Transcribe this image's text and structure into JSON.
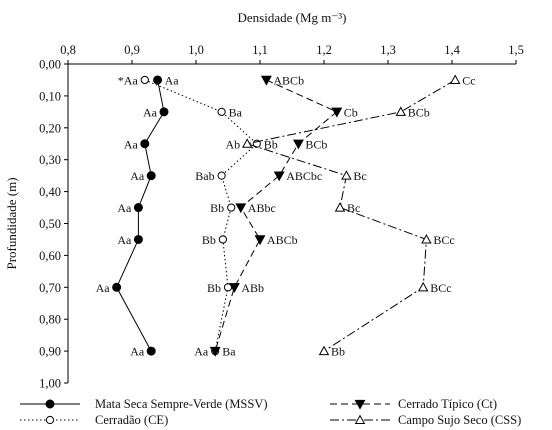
{
  "chart_data": {
    "type": "line",
    "xlabel": "Densidade (Mg m⁻³)",
    "ylabel": "Profundidade (m)",
    "x_axis_position": "top",
    "xlim": [
      0.8,
      1.5
    ],
    "ylim": [
      0.0,
      1.0
    ],
    "y_inverted": true,
    "x_ticks": [
      0.8,
      0.9,
      1.0,
      1.1,
      1.2,
      1.3,
      1.4,
      1.5
    ],
    "x_tick_labels": [
      "0,8",
      "0,9",
      "1,0",
      "1,1",
      "1,2",
      "1,3",
      "1,4",
      "1,5"
    ],
    "y_ticks": [
      0.0,
      0.1,
      0.2,
      0.3,
      0.4,
      0.5,
      0.6,
      0.7,
      0.8,
      0.9,
      1.0
    ],
    "y_tick_labels": [
      "0,00",
      "0,10",
      "0,20",
      "0,30",
      "0,40",
      "0,50",
      "0,60",
      "0,70",
      "0,80",
      "0,90",
      "1,00"
    ],
    "grid": false,
    "legend_position": "bottom",
    "series": [
      {
        "name": "Mata Seca Sempre-Verde (MSSV)",
        "marker": "filled-circle",
        "line": "solid",
        "x": [
          0.94,
          0.95,
          0.92,
          0.93,
          0.91,
          0.91,
          0.876,
          0.93
        ],
        "y": [
          0.05,
          0.15,
          0.25,
          0.35,
          0.45,
          0.55,
          0.7,
          0.9
        ],
        "labels": [
          "Aa",
          "Aa",
          "Aa",
          "Aa",
          "Aa",
          "Aa",
          "Aa",
          "Aa"
        ],
        "label_side": [
          "right",
          "left",
          "left",
          "left",
          "left",
          "left",
          "left",
          "left"
        ]
      },
      {
        "name": "Cerradão (CE)",
        "marker": "open-circle",
        "line": "dotted",
        "x": [
          0.92,
          1.04,
          1.095,
          1.04,
          1.055,
          1.042,
          1.05,
          1.03
        ],
        "y": [
          0.05,
          0.15,
          0.25,
          0.35,
          0.45,
          0.55,
          0.7,
          0.9
        ],
        "labels": [
          "*Aa",
          "Ba",
          "Bb",
          "Bab",
          "Bb",
          "Bb",
          "Bb",
          "Aa"
        ],
        "label_side": [
          "left",
          "right",
          "right",
          "left",
          "left",
          "left",
          "left",
          "left"
        ]
      },
      {
        "name": "Cerrado Típico (Ct)",
        "marker": "filled-triangle-down",
        "line": "dashed",
        "x": [
          1.11,
          1.22,
          1.16,
          1.13,
          1.07,
          1.1,
          1.06,
          1.03
        ],
        "y": [
          0.05,
          0.15,
          0.25,
          0.35,
          0.45,
          0.55,
          0.7,
          0.9
        ],
        "labels": [
          "ABCb",
          "Cb",
          "BCb",
          "ABCbc",
          "ABbc",
          "ABCb",
          "ABb",
          "Ba"
        ],
        "label_side": [
          "right",
          "right",
          "right",
          "right",
          "right",
          "right",
          "right",
          "right"
        ]
      },
      {
        "name": "Campo Sujo Seco (CSS)",
        "marker": "open-triangle-up",
        "line": "dashdot",
        "x": [
          1.405,
          1.32,
          1.08,
          1.235,
          1.225,
          1.36,
          1.355,
          1.2
        ],
        "y": [
          0.05,
          0.15,
          0.25,
          0.35,
          0.45,
          0.55,
          0.7,
          0.9
        ],
        "labels": [
          "Cc",
          "BCb",
          "Ab",
          "Bc",
          "Bc",
          "BCc",
          "BCc",
          "Bb"
        ],
        "label_side": [
          "right",
          "right",
          "left",
          "right",
          "right",
          "right",
          "right",
          "right"
        ]
      }
    ]
  }
}
